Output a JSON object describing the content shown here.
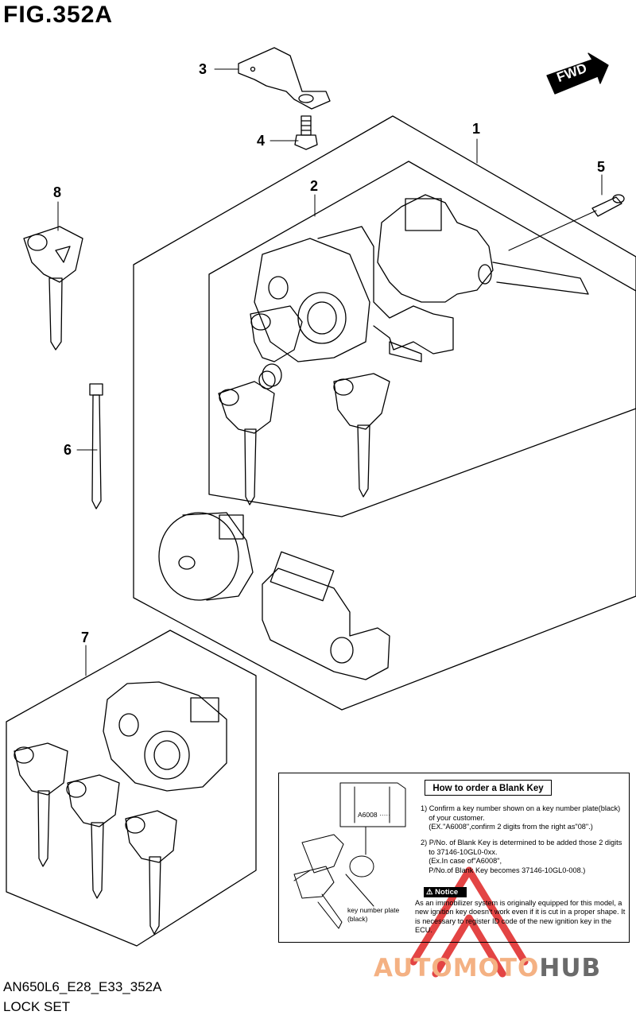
{
  "figure_title": "FIG.352A",
  "callouts": [
    "1",
    "2",
    "3",
    "4",
    "5",
    "6",
    "7",
    "8"
  ],
  "fwd_label": "FWD",
  "howto": {
    "title": "How to order a Blank Key",
    "plate_code": "A6008 ·····",
    "plate_caption": "key number plate\n(black)",
    "step1": "1) Confirm a key number shown on a key number plate(black)\n    of your customer.\n    (EX.\"A6008\",confirm 2 digits from the right as\"08\".)",
    "step2": "2) P/No. of Blank Key is determined to be added those 2 digits\n    to 37146-10GL0-0xx.\n    (Ex.In case of\"A6008\",\n    P/No.of Blank Key becomes 37146-10GL0-008.)",
    "notice_label": "Notice",
    "notice_text": "As an immobilizer system is originally equipped for this model, a new ignition key doesn't work even if it is cut in a proper shape. It is necessary to register ID code of the new ignition key in the ECU."
  },
  "model_code": "AN650L6_E28_E33_352A",
  "part_name": "LOCK SET",
  "watermark": {
    "part1": "AUTOMOTO",
    "part2": "HUB"
  },
  "colors": {
    "watermark_light": "#f4b183",
    "watermark_dark": "#6a6a6a",
    "triangle": "#e03030"
  }
}
